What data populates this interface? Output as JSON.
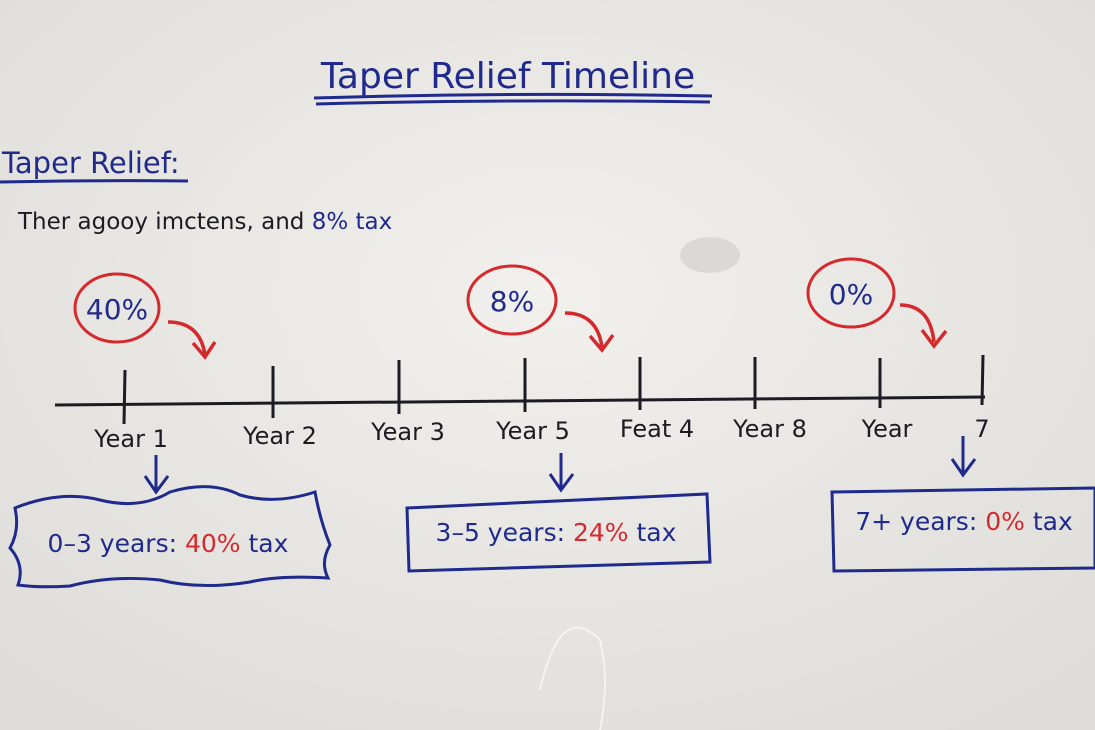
{
  "title": "Taper Relief Timeline",
  "heading": "Taper Relief:",
  "subtitle": {
    "text": "Ther agooy imctens, and ",
    "highlight": "8% tax"
  },
  "rate_bubbles": [
    {
      "label": "40%"
    },
    {
      "label": "8%"
    },
    {
      "label": "0%"
    }
  ],
  "timeline_labels": [
    "Year 1",
    "Year 2",
    "Year 3",
    "Year 5",
    "Feat 4",
    "Year 8",
    "Year",
    "7"
  ],
  "boxes": [
    {
      "range": "0–3 years: ",
      "rate": "40%",
      "suffix": " tax"
    },
    {
      "range": "3–5 years: ",
      "rate": "24%",
      "suffix": " tax"
    },
    {
      "range": "7+ years: ",
      "rate": "0%",
      "suffix": " tax"
    }
  ],
  "colors": {
    "blue_marker": "#1f2a8c",
    "red_marker": "#d42a2e",
    "black_marker": "#1b1b22",
    "board": "#ebeae6"
  }
}
